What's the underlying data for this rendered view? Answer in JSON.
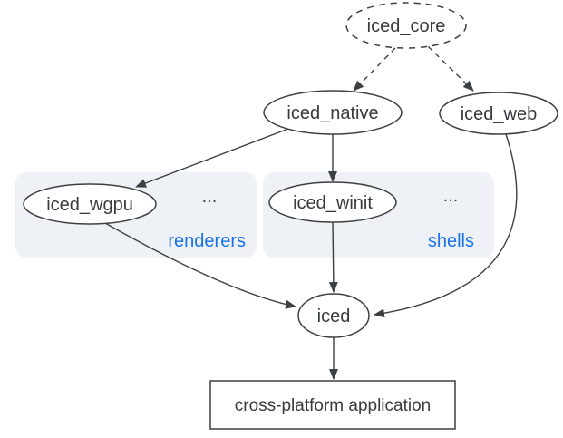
{
  "diagram": {
    "nodes": {
      "iced_core": {
        "label": "iced_core",
        "shape": "ellipse",
        "border": "dashed"
      },
      "iced_native": {
        "label": "iced_native",
        "shape": "ellipse",
        "border": "solid"
      },
      "iced_web": {
        "label": "iced_web",
        "shape": "ellipse",
        "border": "solid"
      },
      "iced_wgpu": {
        "label": "iced_wgpu",
        "shape": "ellipse",
        "border": "solid"
      },
      "iced_winit": {
        "label": "iced_winit",
        "shape": "ellipse",
        "border": "solid"
      },
      "iced": {
        "label": "iced",
        "shape": "ellipse",
        "border": "solid"
      },
      "app": {
        "label": "cross-platform application",
        "shape": "rect",
        "border": "solid"
      }
    },
    "groups": {
      "renderers": {
        "label": "renderers",
        "ellipsis": "...",
        "members": [
          "iced_wgpu"
        ]
      },
      "shells": {
        "label": "shells",
        "ellipsis": "...",
        "members": [
          "iced_winit"
        ]
      }
    },
    "edges": [
      {
        "from": "iced_core",
        "to": "iced_native",
        "style": "dashed"
      },
      {
        "from": "iced_core",
        "to": "iced_web",
        "style": "dashed"
      },
      {
        "from": "iced_native",
        "to": "iced_wgpu",
        "style": "solid"
      },
      {
        "from": "iced_native",
        "to": "iced_winit",
        "style": "solid"
      },
      {
        "from": "iced_wgpu",
        "to": "iced",
        "style": "solid"
      },
      {
        "from": "iced_winit",
        "to": "iced",
        "style": "solid"
      },
      {
        "from": "iced_web",
        "to": "iced",
        "style": "solid"
      },
      {
        "from": "iced",
        "to": "app",
        "style": "solid"
      }
    ],
    "colors": {
      "background": "#ffffff",
      "node_stroke": "#3c4043",
      "node_fill": "#ffffff",
      "edge": "#3c4043",
      "text": "#383b3e",
      "group_fill": "#eef1f6",
      "group_label_blue": "#1a73e8"
    }
  }
}
